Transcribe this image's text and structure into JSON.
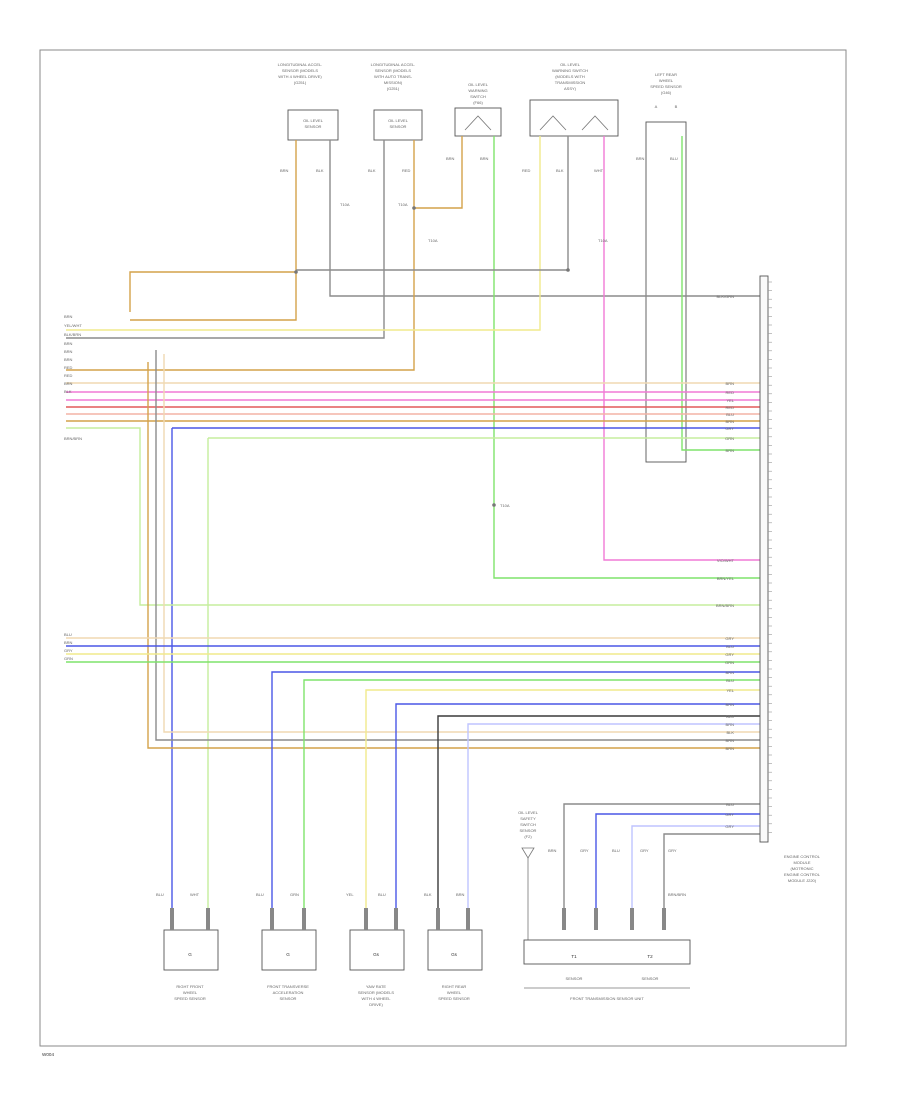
{
  "page_code": "W004",
  "colors": {
    "orange": "#d4a24a",
    "yellow": "#f1ea8c",
    "gray": "#8c8c8c",
    "pink": "#f17ad6",
    "red": "#e25a5a",
    "blue": "#4a57e6",
    "green": "#7fe36b",
    "lightgreen": "#c5ee9d",
    "black": "#3a3a3a",
    "tan": "#f0d9b2",
    "lightblue": "#bfc4ff",
    "salmon": "#f4b3a6"
  },
  "top_components": [
    {
      "id": "c1",
      "title": [
        "LONGITUDINAL ACCEL.",
        "SENSOR (MODELS",
        "WITH 4 WHEEL DRIVE)",
        "(G251)"
      ],
      "box_label": [
        "OIL LEVEL",
        "SENSOR"
      ]
    },
    {
      "id": "c2",
      "title": [
        "LONGITUDINAL ACCEL.",
        "SENSOR (MODELS",
        "WITH AUTO TRANS-",
        "MISSION)",
        "(G251)"
      ],
      "box_label": [
        "OIL LEVEL",
        "SENSOR"
      ]
    },
    {
      "id": "c3",
      "title": [
        "OIL LEVEL",
        "WARNING",
        "SWITCH",
        "(F66)"
      ],
      "box_label": []
    },
    {
      "id": "c4",
      "title": [
        "OIL LEVEL",
        "WARNING SWITCH",
        "(MODELS WITH",
        "TRANSMISSION",
        "ASSY)"
      ],
      "box_label": []
    },
    {
      "id": "c5",
      "title": [
        "LEFT REAR",
        "WHEEL",
        "SPEED SENSOR",
        "(G46)"
      ],
      "box_label": [
        "A",
        "B"
      ]
    }
  ],
  "wire_codes_top": [
    "BRN",
    "BLK",
    "BLK",
    "RED",
    "BRN",
    "BRN",
    "RED",
    "BLK",
    "WHT",
    "BRN",
    "BLU"
  ],
  "left_wire_labels": [
    "BRN",
    "YEL/WHT",
    "BLK/BRN",
    "BRN",
    "BRN",
    "BRN",
    "RED",
    "RED",
    "BRN",
    "BLK",
    "BRN/BRN"
  ],
  "left_wire_labels_2": [
    "BLU",
    "BRN",
    "GRY",
    "GRN"
  ],
  "right_wire_labels": [
    "BLK/GRN",
    "BRN",
    "RED",
    "YEL",
    "RED",
    "BLU",
    "BRN",
    "GRY",
    "GRN",
    "BRN",
    "VIO/WHT",
    "BRN/YEL",
    "BRN/BRN",
    "GRY",
    "BLU",
    "GRY",
    "GRN",
    "BRN",
    "BLU",
    "YEL",
    "BRN",
    "BLU",
    "BRN",
    "BLK",
    "BRN",
    "BRN",
    "BLU",
    "GRY",
    "GRY"
  ],
  "junction_labels": [
    "T10A",
    "T10A",
    "T10A",
    "T10A",
    "T10A"
  ],
  "control_module": [
    "ENGINE CONTROL",
    "MODULE",
    "(MOTRONIC",
    "ENGINE CONTROL",
    "MODULE J220)"
  ],
  "bottom_components": [
    {
      "id": "b1",
      "sym": "G",
      "title": [
        "RIGHT FRONT",
        "WHEEL",
        "SPEED SENSOR"
      ],
      "wires": [
        "BLU",
        "WHT"
      ]
    },
    {
      "id": "b2",
      "sym": "G",
      "title": [
        "FRONT TRANSVERSE",
        "ACCELERATION",
        "SENSOR"
      ],
      "wires": [
        "BLU",
        "GRN"
      ]
    },
    {
      "id": "b3",
      "sym": "Gs",
      "title": [
        "YAW RATE",
        "SENSOR (MODELS",
        "WITH 4 WHEEL",
        "DRIVE)"
      ],
      "wires": [
        "YEL",
        "BLU"
      ]
    },
    {
      "id": "b4",
      "sym": "Gs",
      "title": [
        "RIGHT REAR",
        "WHEEL",
        "SPEED SENSOR"
      ],
      "wires": [
        "BLK",
        "BRN"
      ]
    }
  ],
  "bottom_group": {
    "left_label": [
      "OIL LEVEL",
      "SAFETY",
      "SWITCH",
      "SENSOR",
      "(F2)"
    ],
    "cells": [
      {
        "sym": "T1",
        "label": "SENSOR"
      },
      {
        "sym": "T2",
        "label": "SENSOR"
      }
    ],
    "caption": "FRONT TRANSMISSION SENSOR UNIT",
    "wires": [
      "BRN",
      "GRY",
      "BLU",
      "GRY",
      "GRY",
      "BRN/BRN"
    ]
  }
}
